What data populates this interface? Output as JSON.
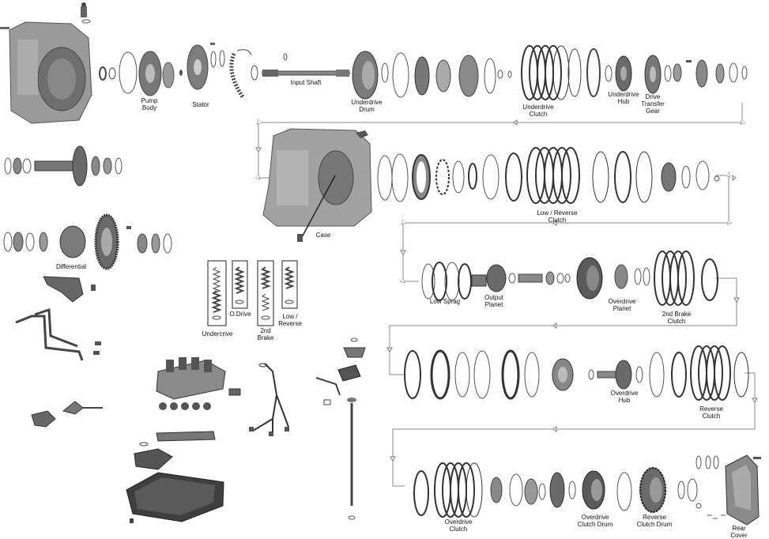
{
  "labels": {
    "pump_body": "Pump\nBody",
    "stator": "Stator",
    "input_shaft": "Input Shaft",
    "underdrive_drum": "Underdrive\nDrum",
    "underdrive_clutch": "Underdrive\nClutch",
    "underdrive_hub": "Underdrive\nHub",
    "drive_transfer_gear": "Drive\nTransfer\nGear",
    "case": "Case",
    "low_reverse_clutch": "Low / Reverse\nClutch",
    "differential": "Differential",
    "low_sprag": "Low Sprag",
    "output_planet": "Output\nPlanet",
    "overdrive_planet": "Overdrive\nPlanet",
    "second_brake_clutch": "2nd Brake\nClutch",
    "undercrive": "Undercrive",
    "odrive": "O.Drive",
    "second_brake": "2nd\nBrake",
    "low_reverse": "Low /\nReverse",
    "overdrive_hub": "Overdrive\nHub",
    "reverse_clutch": "Reverse\nClutch",
    "overdrive_clutch": "Overdrive\nClutch",
    "overdrive_clutch_drum": "Overdrive\nClutch Drum",
    "reverse_clutch_drum": "Reverse\nClutch Drum",
    "rear_cover": "Rear Cover"
  },
  "colors": {
    "part_dark": "#4a4a4a",
    "part_mid": "#8a8a8a",
    "part_light": "#c4c4c4",
    "line": "#777777"
  }
}
